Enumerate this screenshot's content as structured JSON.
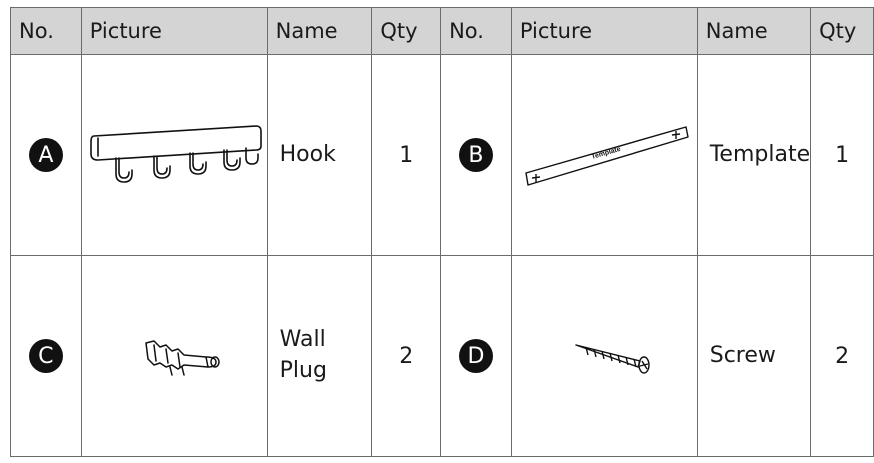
{
  "headers": [
    "No.",
    "Picture",
    "Name",
    "Qty",
    "No.",
    "Picture",
    "Name",
    "Qty"
  ],
  "parts": [
    {
      "letter": "A",
      "name": "Hook",
      "qty": "1",
      "icon": "hook-rail-icon"
    },
    {
      "letter": "B",
      "name": "Template",
      "qty": "1",
      "icon": "template-strip-icon",
      "label": "Template"
    },
    {
      "letter": "C",
      "name": "Wall Plug",
      "qty": "2",
      "icon": "wall-plug-icon"
    },
    {
      "letter": "D",
      "name": "Screw",
      "qty": "2",
      "icon": "screw-icon"
    }
  ],
  "colors": {
    "header_bg": "#d4d4d4",
    "border": "#6b6b6b",
    "badge": "#111111"
  }
}
